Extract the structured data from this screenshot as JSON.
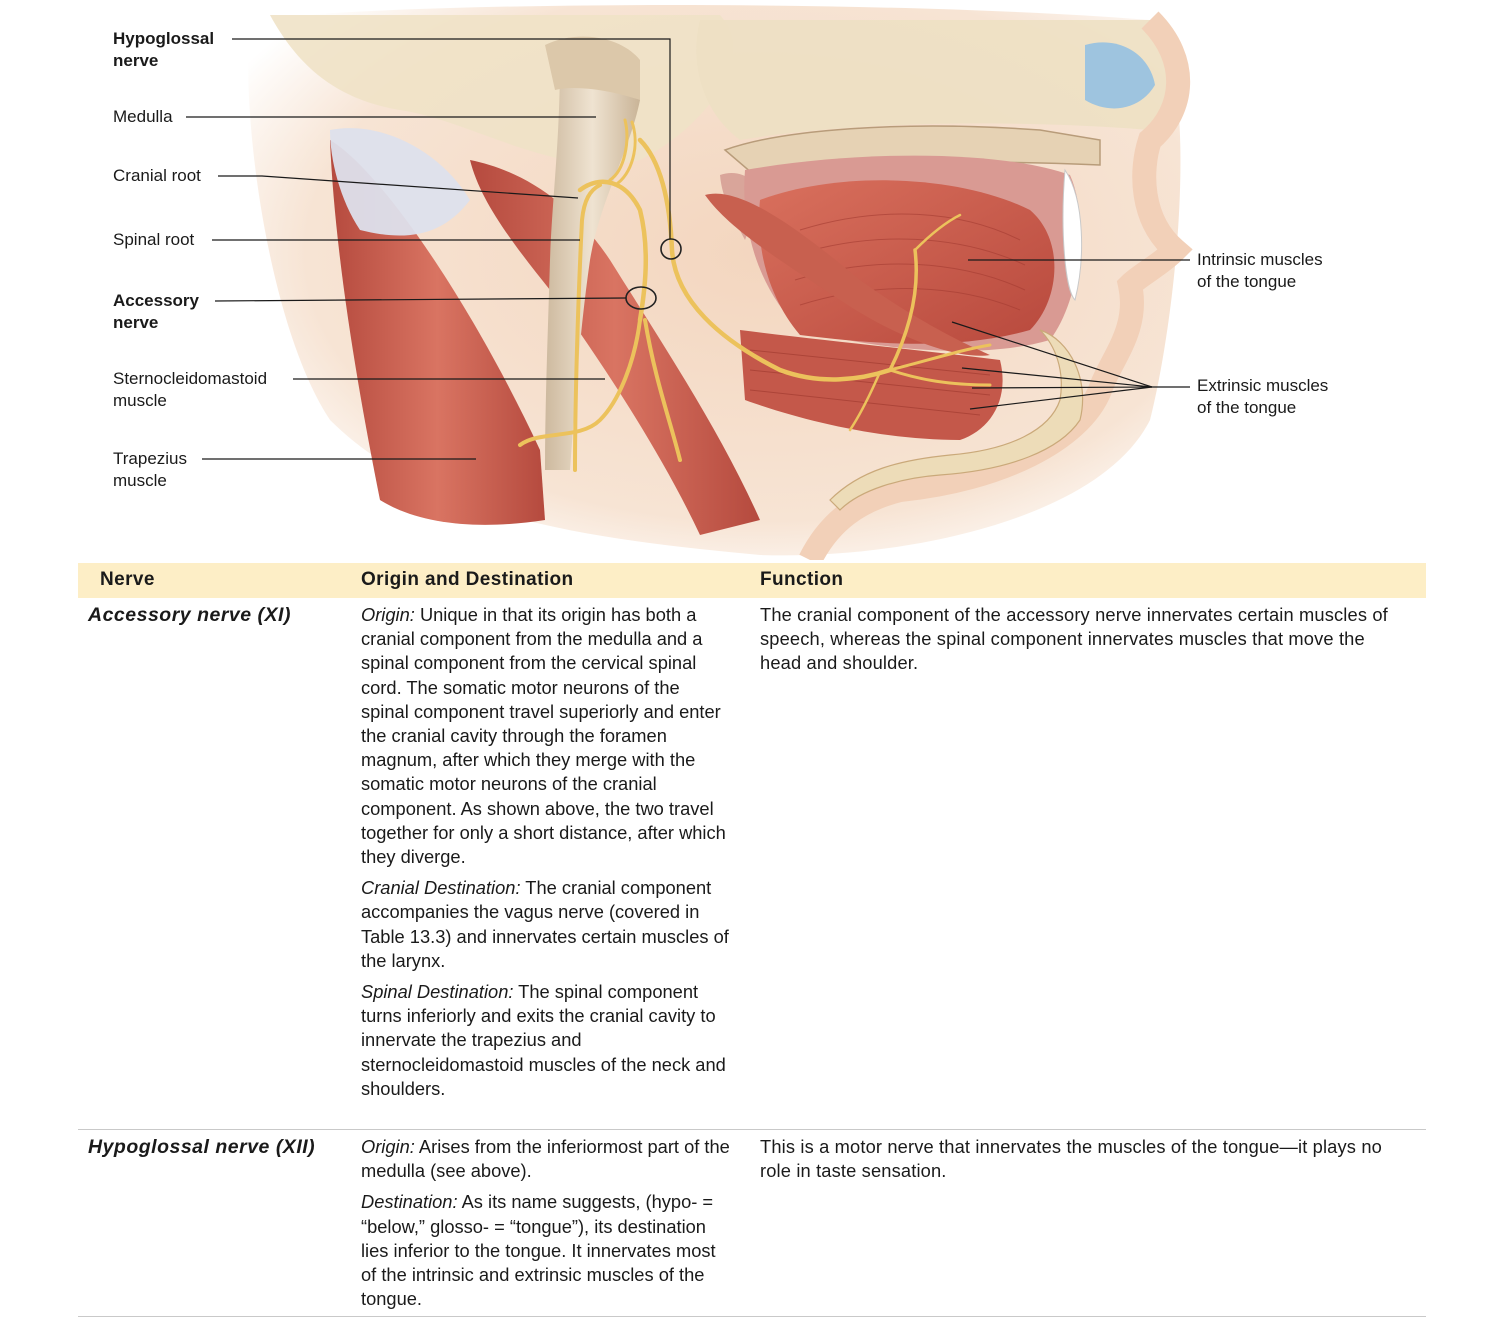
{
  "figure": {
    "labels_left": [
      {
        "text": "Hypoglossal nerve",
        "bold": true
      },
      {
        "text": "Medulla",
        "bold": false
      },
      {
        "text": "Cranial root",
        "bold": false
      },
      {
        "text": "Spinal root",
        "bold": false
      },
      {
        "text": "Accessory nerve",
        "bold": true
      },
      {
        "text": "Sternocleidomastoid muscle",
        "bold": false
      },
      {
        "text": "Trapezius muscle",
        "bold": false
      }
    ],
    "labels_right": [
      {
        "text": "Intrinsic muscles of the tongue"
      },
      {
        "text": "Extrinsic muscles of the tongue"
      }
    ],
    "colors": {
      "muscle": "#c4584a",
      "muscle_light": "#dd8a78",
      "nerve": "#ecc25c",
      "bone": "#efe2c6",
      "skin": "#f6dbc5",
      "spinal_cord": "#e7d8c2"
    }
  },
  "table": {
    "headers": [
      "Nerve",
      "Origin and Destination",
      "Function"
    ],
    "rows": [
      {
        "nerve": "Accessory nerve (XI)",
        "origin": [
          {
            "label": "Origin:",
            "text": " Unique in that its origin has both a cranial component from the medulla and a spinal component from the cervical spinal cord. The somatic motor neurons of the spinal component travel superiorly and enter the cranial cavity through the foramen magnum, after which they merge with the somatic motor neurons of the cranial component. As shown above, the two travel together for only a short distance, after which they diverge."
          },
          {
            "label": "Cranial Destination:",
            "text": " The cranial component accompanies the vagus nerve (covered in Table 13.3) and innervates certain muscles of the larynx."
          },
          {
            "label": "Spinal Destination:",
            "text": " The spinal component turns inferiorly and exits the cranial cavity to innervate the trapezius and sternocleidomastoid muscles of the neck and shoulders."
          }
        ],
        "function": "The cranial component of the accessory nerve innervates certain muscles of speech, whereas the spinal component innervates muscles that move the head and shoulder."
      },
      {
        "nerve": "Hypoglossal nerve (XII)",
        "origin": [
          {
            "label": "Origin:",
            "text": " Arises from the inferiormost part of the medulla (see above)."
          },
          {
            "label": "Destination:",
            "text": " As its name suggests, (hypo- = “below,” glosso- = “tongue”), its destination lies inferior to the tongue. It innervates most of the intrinsic and extrinsic muscles of the tongue."
          }
        ],
        "function": "This is a motor nerve that innervates the muscles of the tongue—it plays no role in taste sensation."
      }
    ]
  }
}
